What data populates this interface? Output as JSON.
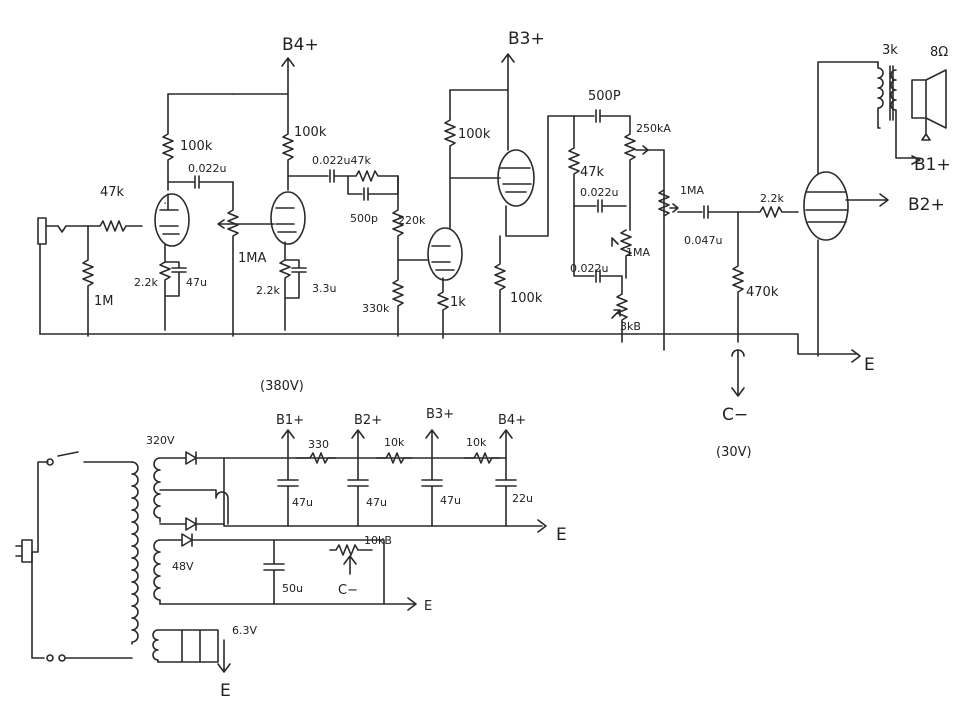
{
  "rails": {
    "b4_top": "B4+",
    "b3_top": "B3+",
    "b1_out": "B1+",
    "b2_out": "B2+",
    "e_main": "E",
    "c_minus": "C−",
    "c_minus_volt": "(30V)"
  },
  "amp_labels": {
    "r47k_in": "47k",
    "r1m_in": "1M",
    "r2_2k_a": "2.2k",
    "c47u": "47u",
    "r100k_1": "100k",
    "c0022_1": "0.022u",
    "pot1ma_1": "1MA",
    "r100k_2": "100k",
    "r2_2k_b": "2.2k",
    "c3_3u": "3.3u",
    "c0022_47k": "0.022u47k",
    "c500p_1": "500p",
    "r220k": "220k",
    "r330k": "330k",
    "r100k_3": "100k",
    "r1k": "1k",
    "r100k_4": "100k",
    "c500p_2": "500P",
    "pot250ka": "250kA",
    "r47k_2": "47k",
    "c0022_2": "0.022u",
    "pot1ma_2": "1MA",
    "c0022_3": "0.022u",
    "pot3kb": "3kB",
    "pot1ma_3": "1MA",
    "c0047": "0.047u",
    "r2_2k_c": "2.2k",
    "r470k": "470k",
    "t3k": "3k",
    "spk8": "8Ω"
  },
  "psu_labels": {
    "v380": "(380V)",
    "b1": "B1+",
    "b2": "B2+",
    "b3": "B3+",
    "b4": "B4+",
    "r330": "330",
    "r10k_1": "10k",
    "r10k_2": "10k",
    "v320": "320V",
    "c47u_1": "47u",
    "c47u_2": "47u",
    "c47u_3": "47u",
    "c22u": "22u",
    "e1": "E",
    "v48": "48V",
    "pot10kb": "10kB",
    "c50u": "50u",
    "c_minus": "C−",
    "e2": "E",
    "v63": "6.3V",
    "e3": "E"
  }
}
